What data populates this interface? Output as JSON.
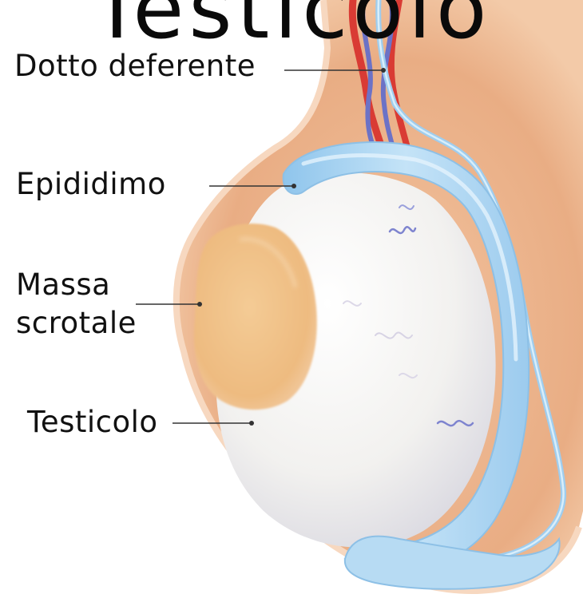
{
  "title": "Testicolo",
  "labels": {
    "vas_deferens": "Dotto deferente",
    "epididymis": "Epididimo",
    "mass_line1": "Massa",
    "mass_line2": "scrotale",
    "testicle": "Testicolo"
  },
  "colors": {
    "scrotum": "#ecb48d",
    "scrotum_edge": "#f6d2b6",
    "testicle": "#f4f3f1",
    "epididymis": "#a9d3f1",
    "mass": "#efbf86",
    "artery": "#d93b34",
    "vein": "#6c72c6",
    "leader_line": "#333333"
  }
}
